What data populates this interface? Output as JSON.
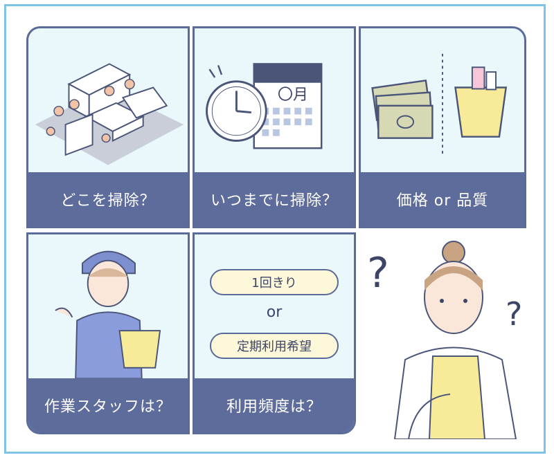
{
  "cards": [
    {
      "label": "どこを掃除？",
      "icon": "room-furniture-icon"
    },
    {
      "label": "いつまでに掃除？",
      "icon": "clock-calendar-icon",
      "calendar_text": "〇月"
    },
    {
      "label": "価格 or 品質",
      "icon": "money-bucket-icon"
    },
    {
      "label": "作業スタッフは？",
      "icon": "cleaning-staff-icon"
    },
    {
      "label": "利用頻度は？",
      "options": [
        "1回きり",
        "定期利用希望"
      ],
      "or_text": "or"
    }
  ],
  "colors": {
    "label_bg": "#5d6c9b",
    "card_bg": "#eaf7fb",
    "border": "#7fc4e6",
    "pill_bg": "#fdf8d9"
  }
}
